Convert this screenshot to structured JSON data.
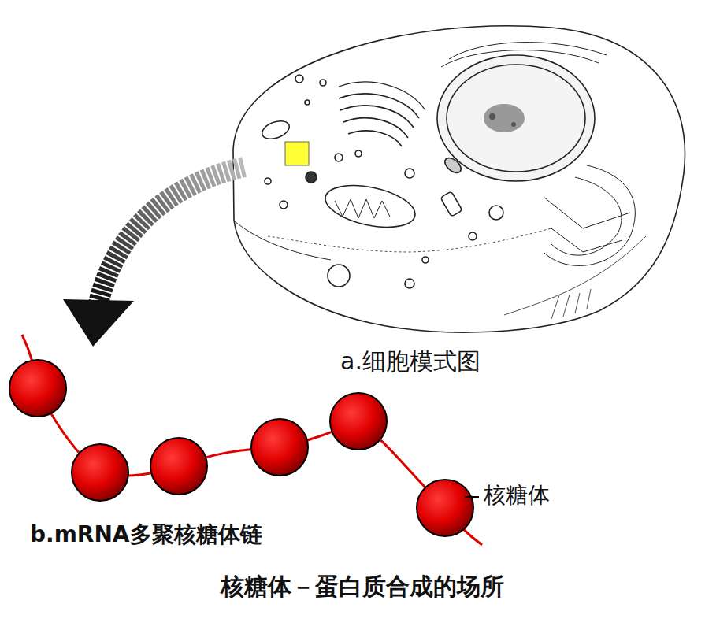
{
  "diagram": {
    "caption": "核糖体－蛋白质合成的场所",
    "labels": [
      "a.细胞模式图",
      "b.mRNA多聚核糖体链",
      "核糖体"
    ]
  }
}
